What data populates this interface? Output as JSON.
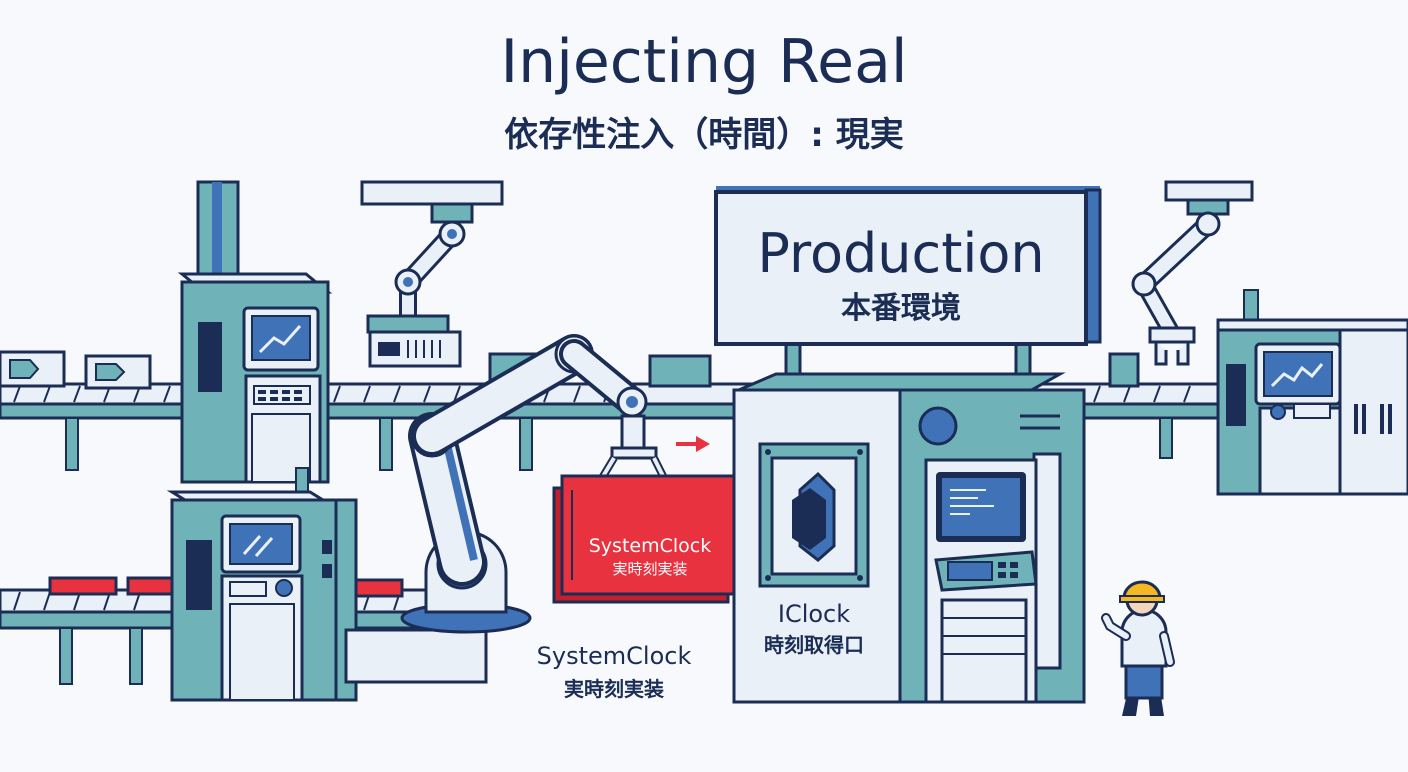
{
  "title": {
    "main": "Injecting Real",
    "sub": "依存性注入（時間）: 現実"
  },
  "sign": {
    "title": "Production",
    "subtitle": "本番環境"
  },
  "component": {
    "name": "SystemClock",
    "name_ja": "実時刻実装"
  },
  "interface": {
    "name": "IClock",
    "name_ja": "時刻取得口"
  },
  "caption": {
    "name": "SystemClock",
    "name_ja": "実時刻実装"
  },
  "colors": {
    "navy": "#1b2d55",
    "teal": "#6fb3b9",
    "blue": "#3f72b6",
    "red": "#e8323f",
    "panel": "#e9f0f7"
  }
}
